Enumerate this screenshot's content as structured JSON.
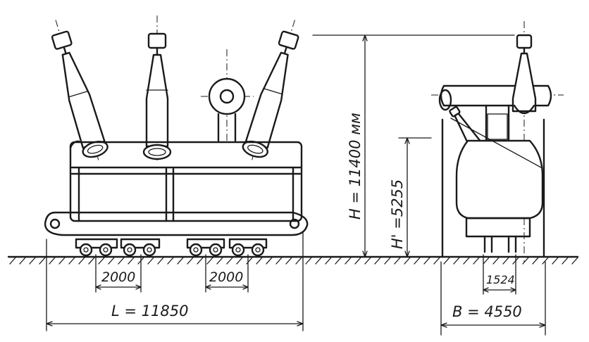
{
  "dimensions": {
    "height_total": "H = 11400 мм",
    "height_tank": "H' =5255",
    "wheel_spacing_left": "2000",
    "wheel_spacing_right": "2000",
    "length": "L = 11850",
    "width": "B = 4550",
    "track_gauge": "1524"
  }
}
